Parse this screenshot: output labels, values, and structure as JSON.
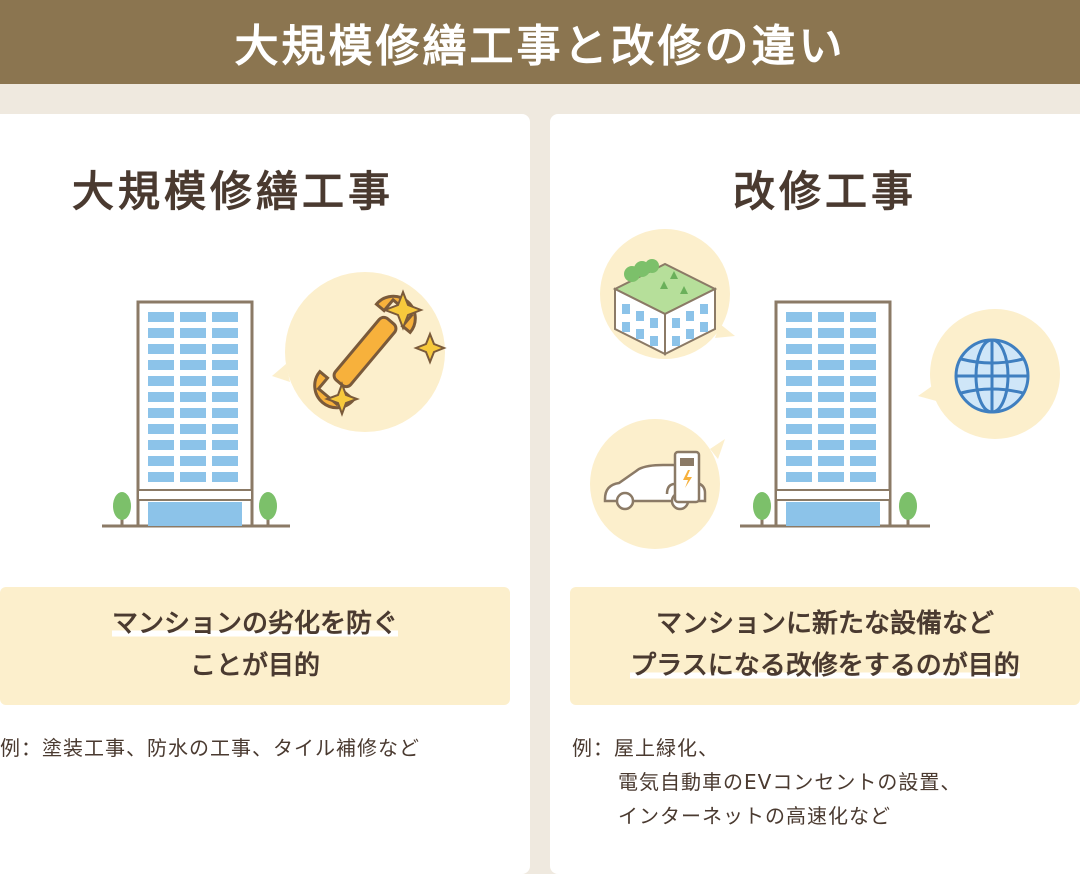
{
  "header": {
    "title": "大規模修繕工事と改修の違い"
  },
  "left": {
    "title": "大規模修繕工事",
    "box_line1": "マンションの劣化を防ぐ",
    "box_line2": "ことが目的",
    "example": "例：塗装工事、防水の工事、タイル補修など"
  },
  "right": {
    "title": "改修工事",
    "box_line1": "マンションに新たな設備など",
    "box_line2": "プラスになる改修をするのが目的",
    "example_line1": "例：屋上緑化、",
    "example_line2": "電気自動車のEVコンセントの設置、",
    "example_line3": "インターネットの高速化など"
  },
  "colors": {
    "header": "#8b7550",
    "background": "#efe9df",
    "box": "#fcefcc",
    "text": "#4a3a30",
    "bubble": "#fcefcc",
    "window": "#8cc3e9"
  }
}
